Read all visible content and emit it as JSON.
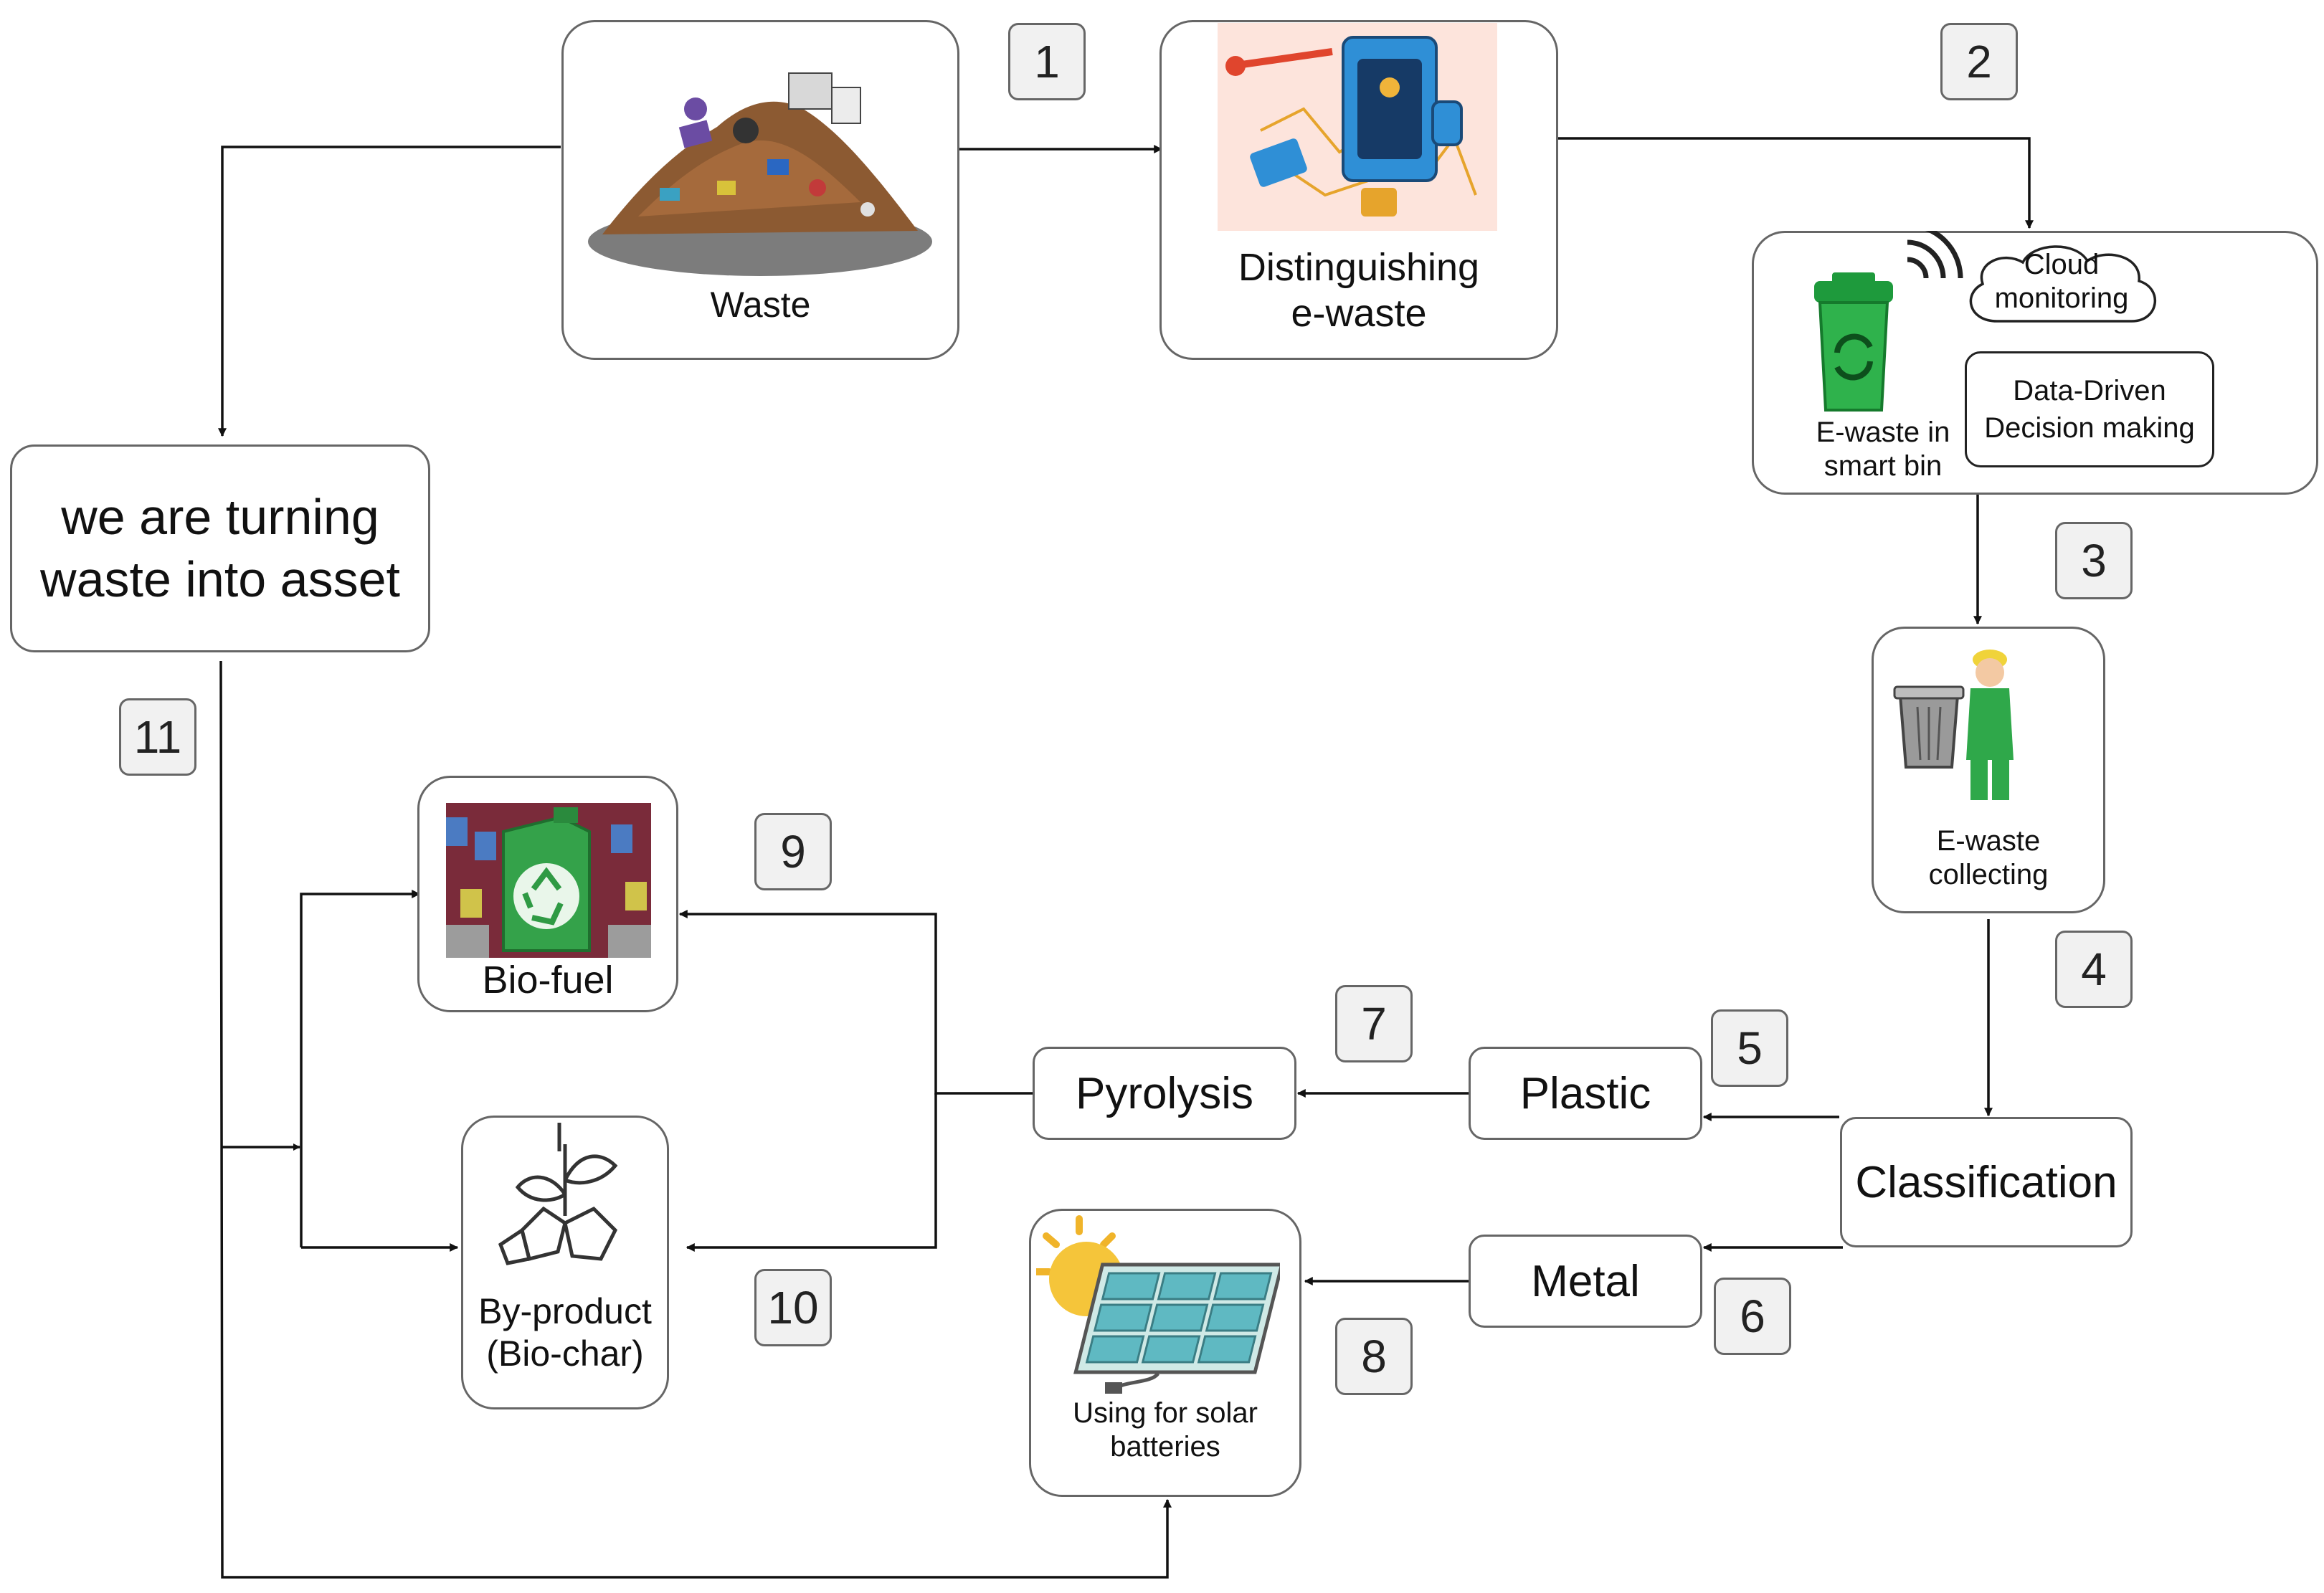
{
  "nodes": {
    "waste": "Waste",
    "distinguishing": "Distinguishing\ne-waste",
    "smart_bin": "E-waste in\nsmart bin",
    "cloud": "Cloud\nmonitoring",
    "data_driven": "Data-Driven\nDecision making",
    "collecting": "E-waste\ncollecting",
    "classification": "Classification",
    "plastic": "Plastic",
    "metal": "Metal",
    "pyrolysis": "Pyrolysis",
    "solar": "Using for solar\nbatteries",
    "biofuel": "Bio-fuel",
    "byproduct": "By-product\n(Bio-char)",
    "asset": "we are turning\nwaste into  asset"
  },
  "steps": [
    "1",
    "2",
    "3",
    "4",
    "5",
    "6",
    "7",
    "8",
    "9",
    "10",
    "11"
  ],
  "icons": {
    "waste": "garbage-pile-icon",
    "distinguishing": "sensor-device-icon",
    "smart_bin": "smart-bin-icon",
    "collecting": "worker-with-bin-icon",
    "biofuel": "fuel-can-icon",
    "byproduct": "plant-sprout-icon",
    "solar": "solar-panel-icon"
  },
  "colors": {
    "border": "#666666",
    "arrow": "#111111",
    "bin_green": "#2fb24c",
    "step_bg": "#f1f1f1"
  }
}
